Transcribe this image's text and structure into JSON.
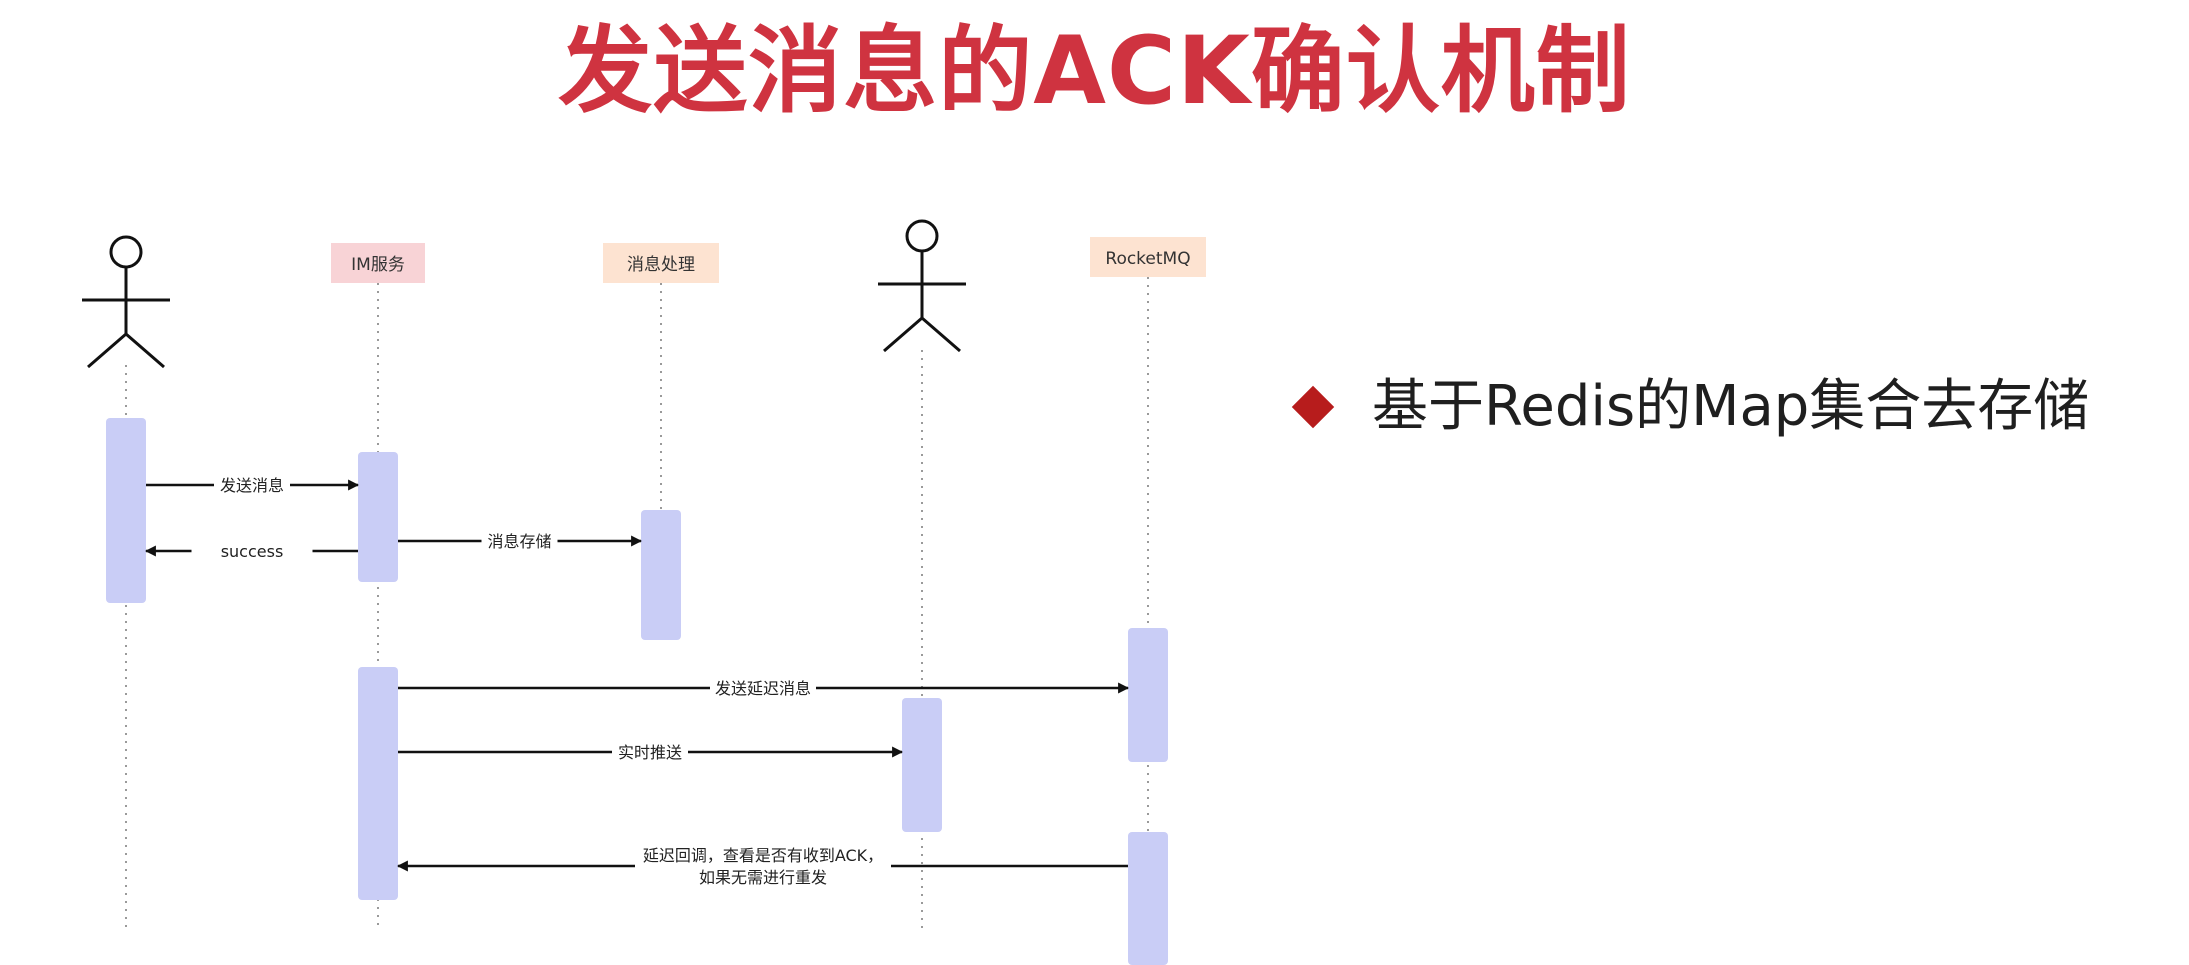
{
  "title": "发送消息的ACK确认机制",
  "colors": {
    "title": "#cf3340",
    "bullet": "#b71c1c",
    "activation": "#c9cdf6",
    "line": "#111111",
    "lifeline": "#9a9a9a",
    "im_box": "#f8d3d6",
    "msg_box": "#fde3d1",
    "mq_box": "#fde3d1"
  },
  "participants": [
    {
      "id": "sender",
      "kind": "actor",
      "label": ""
    },
    {
      "id": "im",
      "kind": "box",
      "label": "IM服务"
    },
    {
      "id": "processor",
      "kind": "box",
      "label": "消息处理"
    },
    {
      "id": "receiver",
      "kind": "actor",
      "label": ""
    },
    {
      "id": "rocketmq",
      "kind": "box",
      "label": "RocketMQ"
    }
  ],
  "messages": [
    {
      "from": "sender",
      "to": "im",
      "lines": [
        "发送消息"
      ]
    },
    {
      "from": "im",
      "to": "sender",
      "lines": [
        "success"
      ]
    },
    {
      "from": "im",
      "to": "processor",
      "lines": [
        "消息存储"
      ]
    },
    {
      "from": "im",
      "to": "rocketmq",
      "lines": [
        "发送延迟消息"
      ]
    },
    {
      "from": "im",
      "to": "receiver",
      "lines": [
        "实时推送"
      ]
    },
    {
      "from": "rocketmq",
      "to": "im",
      "lines": [
        "延迟回调，查看是否有收到ACK，",
        "如果无需进行重发"
      ]
    }
  ],
  "bullets": [
    {
      "text": "基于Redis的Map集合去存储"
    }
  ]
}
